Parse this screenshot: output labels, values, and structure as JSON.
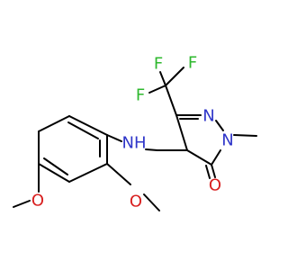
{
  "diagram": {
    "type": "chemical-structure",
    "colors": {
      "bond": "#000000",
      "carbon": "#000000",
      "fluorine": "#2eb82e",
      "nitrogen": "#2f36c9",
      "oxygen": "#d81e1e"
    },
    "labels": {
      "f_top_right": "F",
      "f_top": "F",
      "f_left": "F",
      "n_ring": "N",
      "n_methyl": "N",
      "nh": "NH",
      "o_carbonyl": "O",
      "o_methoxy_left": "O",
      "o_methoxy_right": "O"
    }
  }
}
